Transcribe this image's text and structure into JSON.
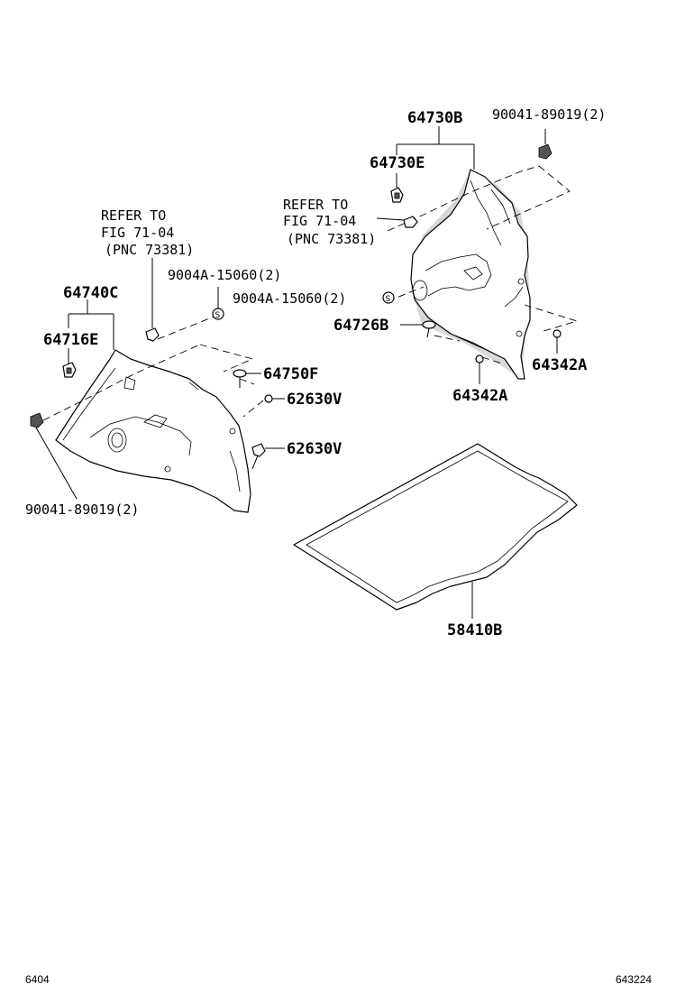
{
  "labels": {
    "p64730B": "64730B",
    "p90041_top": "90041-89019(2)",
    "p64730E": "64730E",
    "refer_right_1": "REFER TO",
    "refer_right_2": "FIG 71-04",
    "refer_right_3": "(PNC 73381)",
    "refer_left_1": "REFER TO",
    "refer_left_2": "FIG 71-04",
    "refer_left_3": "(PNC 73381)",
    "p9004A_left": "9004A-15060(2)",
    "p9004A_right": "9004A-15060(2)",
    "p64740C": "64740C",
    "p64716E": "64716E",
    "p64726B": "64726B",
    "p64342A_right": "64342A",
    "p64342A_mid": "64342A",
    "p64750F": "64750F",
    "p62630V_1": "62630V",
    "p62630V_2": "62630V",
    "p90041_bottom": "90041-89019(2)",
    "p58410B": "58410B"
  },
  "footer": {
    "left_code": "6404",
    "right_code": "643224"
  }
}
